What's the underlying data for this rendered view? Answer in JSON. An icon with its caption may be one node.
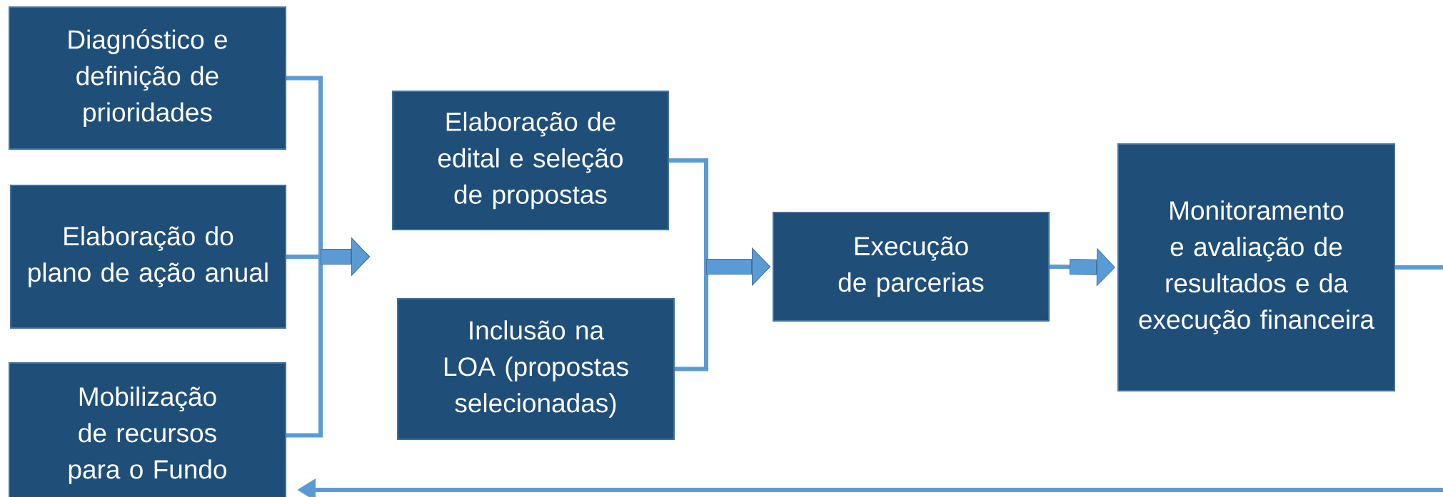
{
  "diagram": {
    "nodes": [
      {
        "text": [
          "Diagnóstico e definição de prioridades"
        ]
      },
      {
        "text": [
          "Elaboração do plano de ação anual"
        ]
      },
      {
        "text": [
          "Mobilização de recursos para o Fundo"
        ]
      },
      {
        "text": [
          "Elaboração de edital e seleção de propostas"
        ]
      },
      {
        "text": [
          "Inclusão na LOA (propostas selecionadas)"
        ]
      },
      {
        "text": [
          "Execução de parcerias"
        ]
      },
      {
        "text": [
          "Monitoramento e avaliação de resultados e da execução financeira"
        ]
      }
    ],
    "edges": [
      {
        "from": 0,
        "to": null,
        "arrow": "to"
      },
      {
        "from": 1,
        "to": null,
        "arrow": "to"
      },
      {
        "from": 2,
        "to": null,
        "arrow": "to"
      },
      {
        "from": 3,
        "to": 5,
        "arrow": "to"
      },
      {
        "from": 4,
        "to": 5,
        "arrow": "to"
      },
      {
        "from": 5,
        "to": 6,
        "arrow": "to"
      },
      {
        "from": 6,
        "to": 2,
        "arrow": "to"
      }
    ]
  }
}
